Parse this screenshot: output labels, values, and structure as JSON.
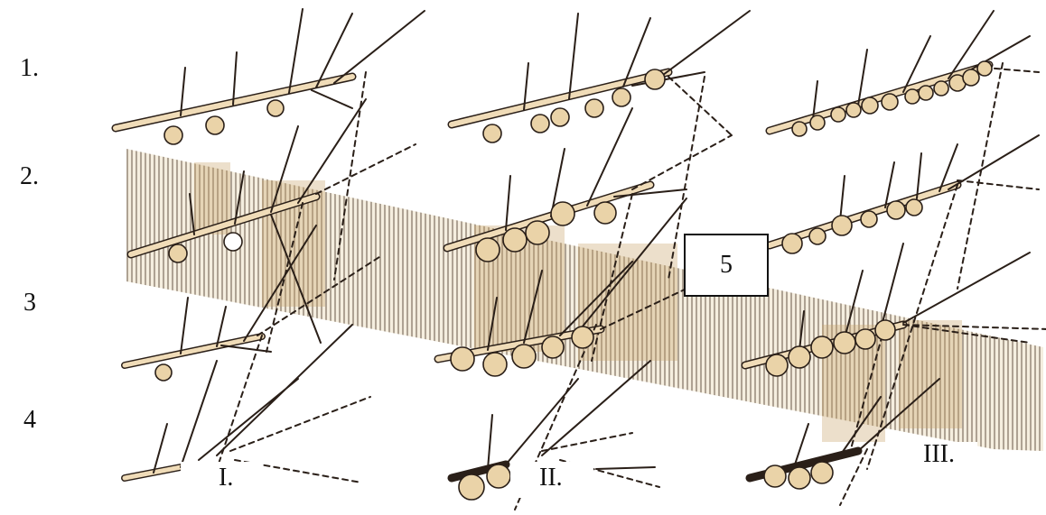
{
  "row_labels": [
    "1.",
    "2.",
    "3",
    "4"
  ],
  "column_labels": [
    "I.",
    "II.",
    "III."
  ],
  "callout_label": "5",
  "colors": {
    "band_hatch": "#6a5a4a",
    "band_tint": "#e3cfa4",
    "branch_fill": "#f0dcb8",
    "branch_stroke": "#2a1f18",
    "fruit_fill": "#ead3a8",
    "text": "#111111"
  }
}
